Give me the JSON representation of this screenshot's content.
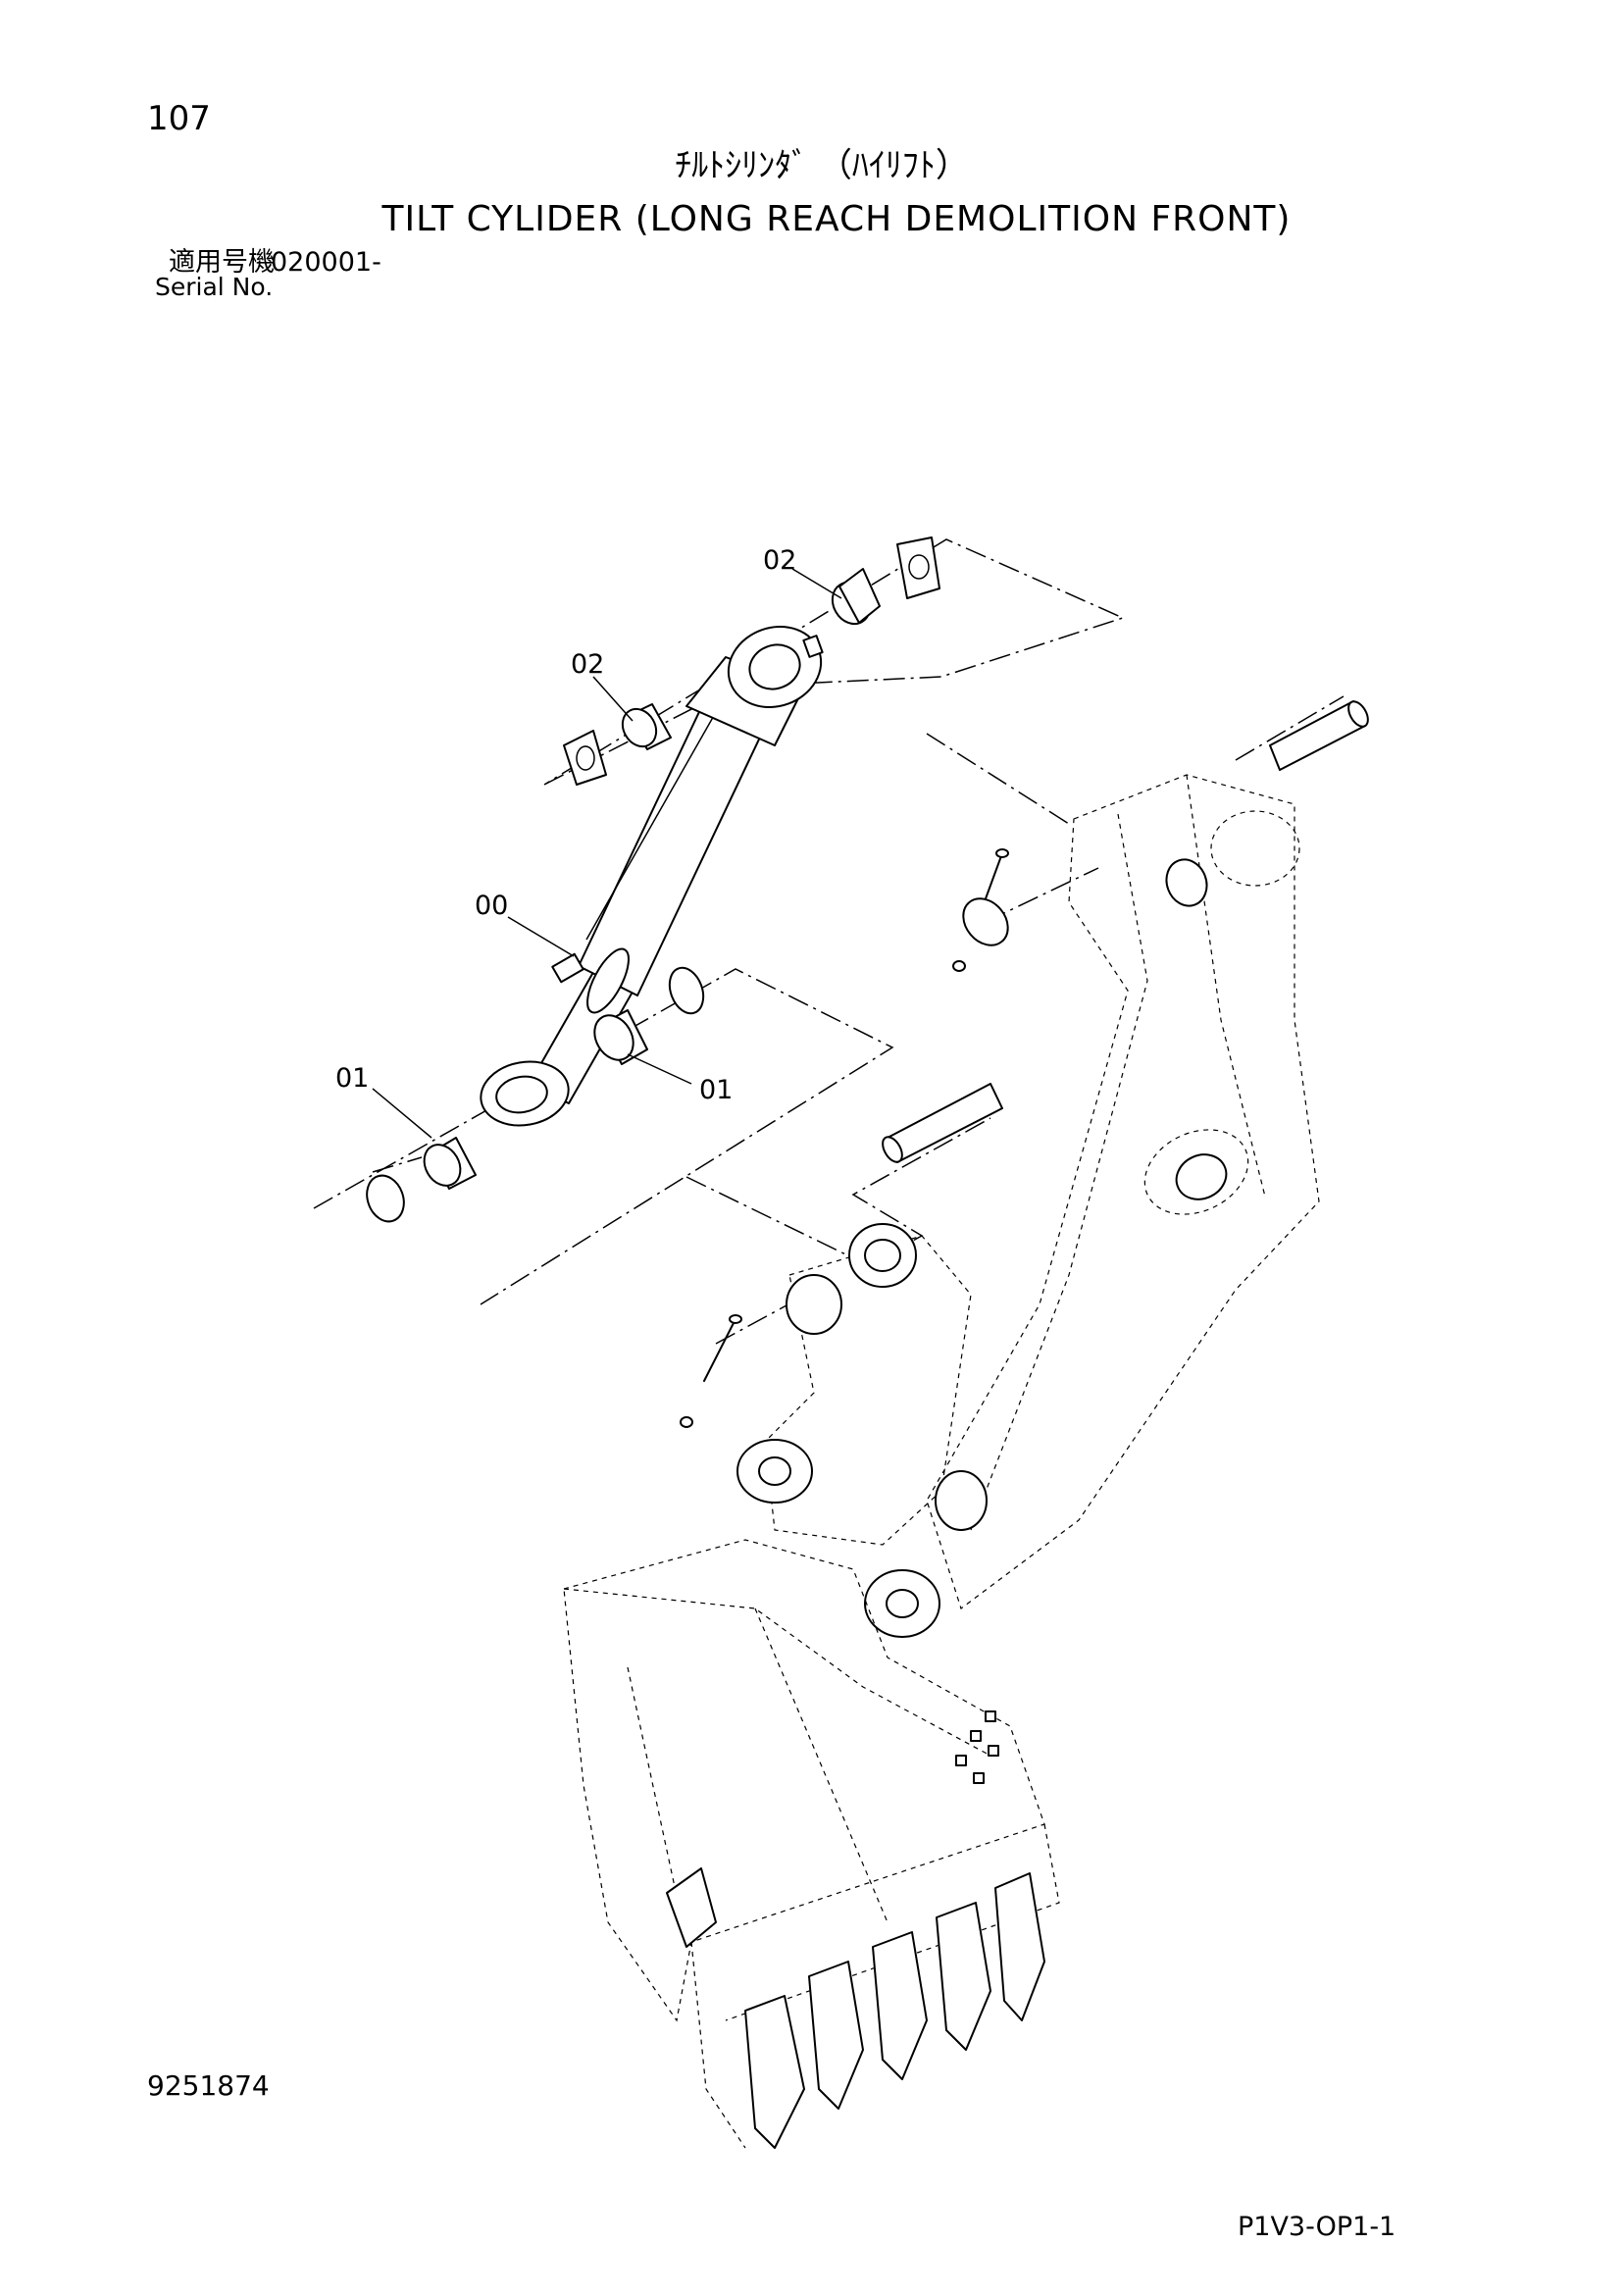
{
  "header": {
    "page_number": "107",
    "title_jp": "ﾁﾙﾄｼﾘﾝﾀﾞ （ﾊｲﾘﾌﾄ）",
    "title_en": "TILT CYLIDER (LONG REACH DEMOLITION FRONT)",
    "serial_label_jp": "適用号機",
    "serial_value": "020001-",
    "serial_label_en": "Serial No."
  },
  "callouts": [
    {
      "id": "02",
      "label": "02"
    },
    {
      "id": "02b",
      "label": "02"
    },
    {
      "id": "00",
      "label": "00"
    },
    {
      "id": "01",
      "label": "01"
    },
    {
      "id": "01b",
      "label": "01"
    }
  ],
  "footer": {
    "drawing_number": "9251874",
    "sheet_code": "P1V3-OP1-1"
  }
}
